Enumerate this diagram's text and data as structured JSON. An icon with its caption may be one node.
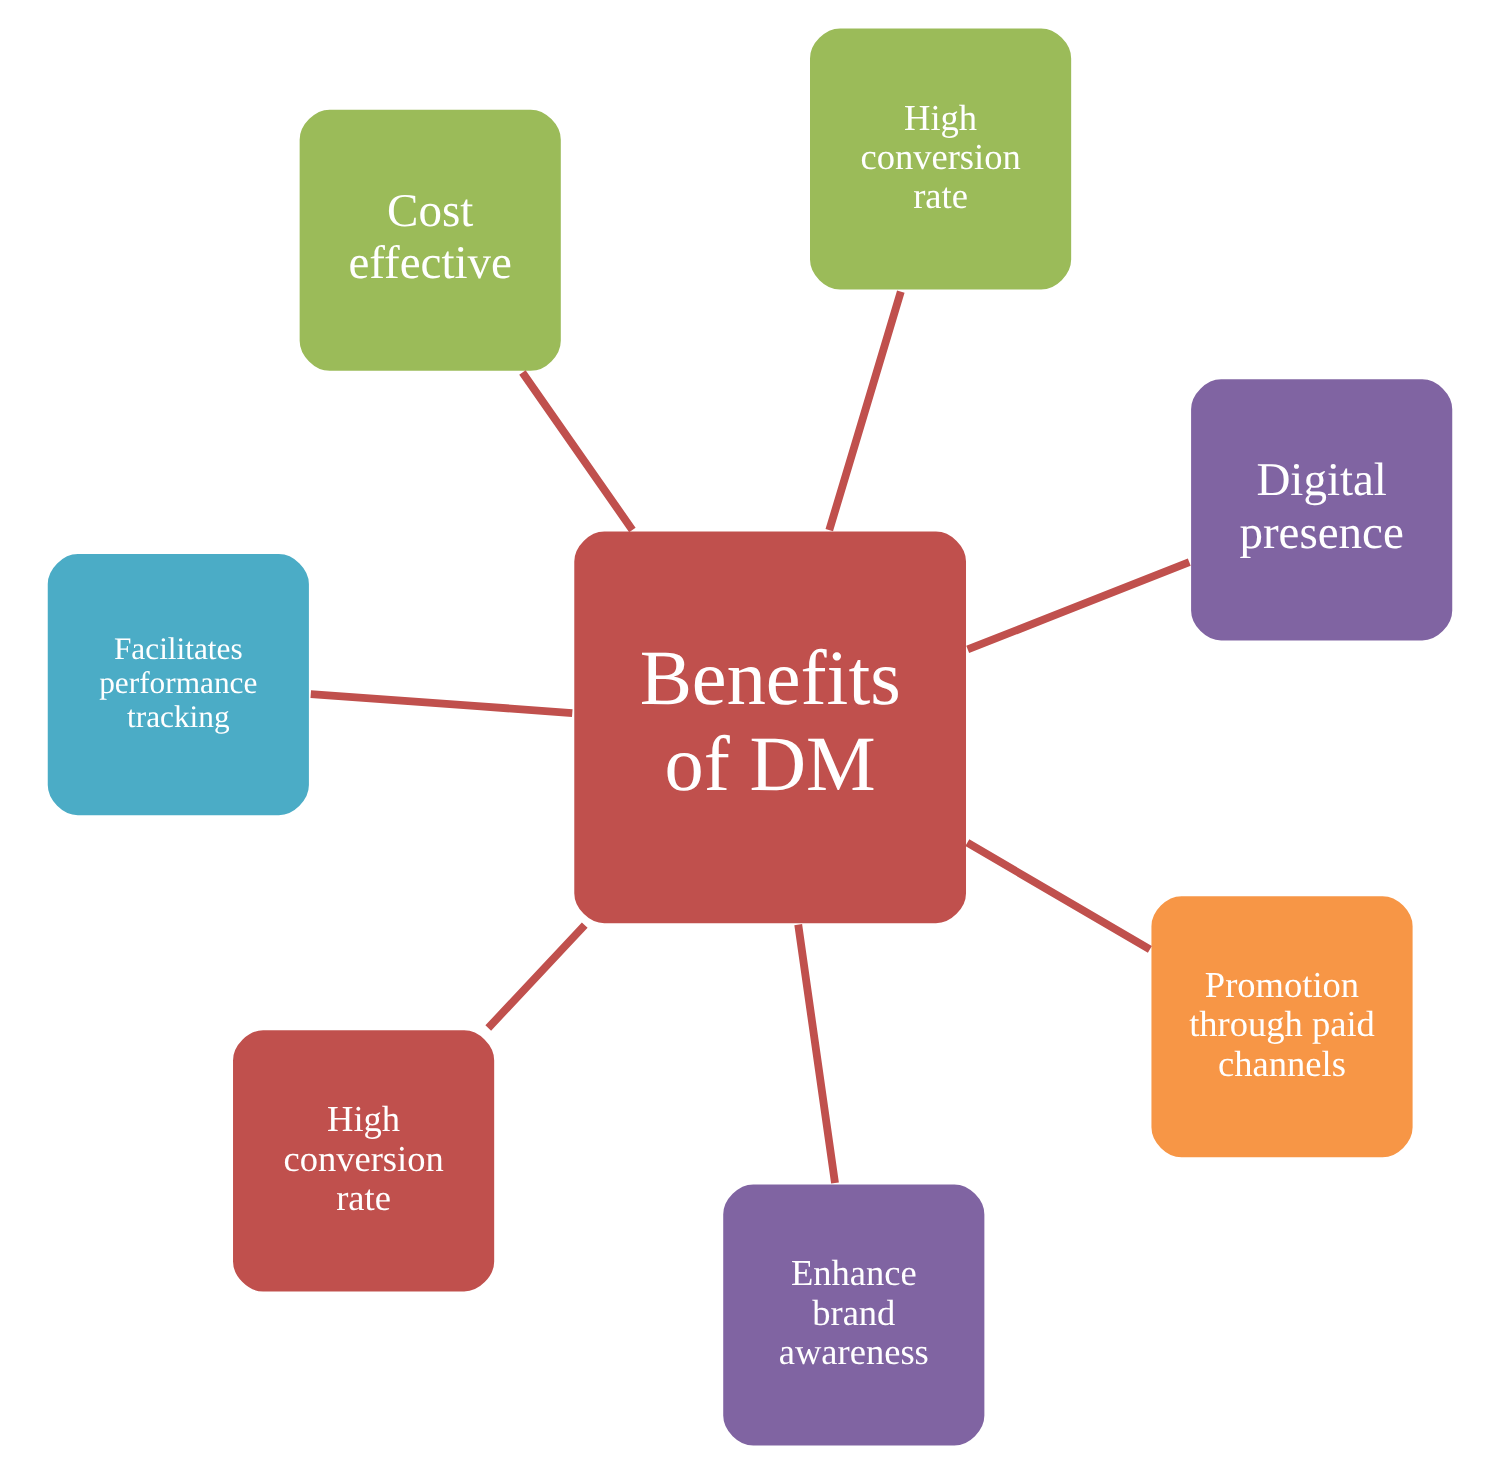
{
  "diagram": {
    "nodes": [
      {
        "text": [
          "Cost effective"
        ]
      },
      {
        "text": [
          "Digital presence"
        ]
      },
      {
        "text": [
          "Enhance brand awareness"
        ]
      },
      {
        "text": [
          "Benefits of DM"
        ]
      },
      {
        "text": [
          "High conversion rate"
        ]
      },
      {
        "text": [
          "Facilitates performance tracking"
        ]
      },
      {
        "text": [
          "High conversion rate"
        ]
      },
      {
        "text": [
          "Promotion through paid channels"
        ]
      }
    ],
    "edges": [
      {
        "from": 3,
        "to": 0,
        "arrow": "none"
      },
      {
        "from": 3,
        "to": 2,
        "arrow": "none"
      },
      {
        "from": 3,
        "to": 5,
        "arrow": "none"
      },
      {
        "from": 3,
        "to": 7,
        "arrow": "none"
      },
      {
        "from": 3,
        "to": 6,
        "arrow": "none"
      },
      {
        "from": 3,
        "to": 4,
        "arrow": "none"
      },
      {
        "from": 3,
        "to": 1,
        "arrow": "none"
      }
    ]
  }
}
